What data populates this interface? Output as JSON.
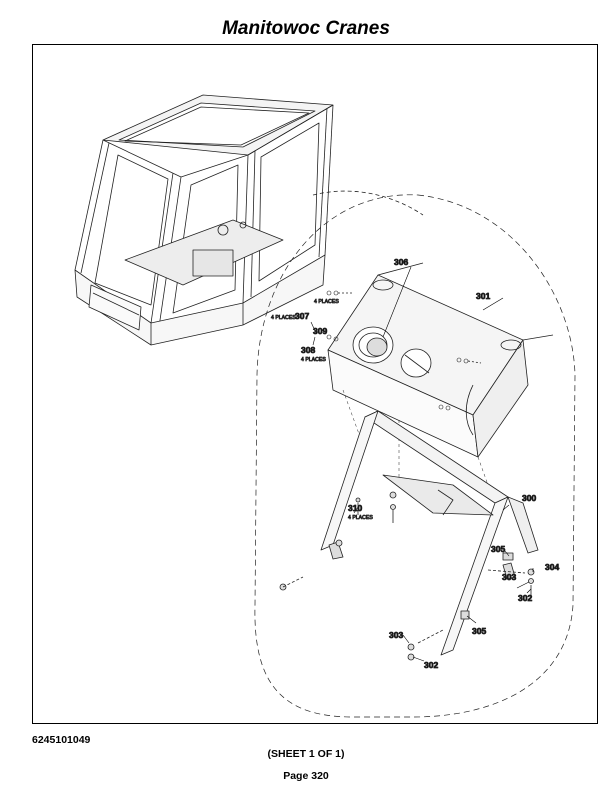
{
  "header": {
    "title": "Manitowoc Cranes"
  },
  "footer": {
    "drawing_number": "6245101049",
    "sheet": "(SHEET 1 OF 1)",
    "page": "Page 320"
  },
  "callouts": {
    "c300": "300",
    "c301": "301",
    "c302a": "302",
    "c302b": "302",
    "c303a": "303",
    "c303b": "303",
    "c304": "304",
    "c305a": "305",
    "c305b": "305",
    "c306": "306",
    "c307": "307",
    "c308": "308",
    "c309": "309",
    "c310": "310"
  },
  "notes": {
    "places_top": "4 PLACES",
    "places_307": "4 PLACES",
    "places_308": "4 PLACES",
    "places_310": "4 PLACES"
  }
}
